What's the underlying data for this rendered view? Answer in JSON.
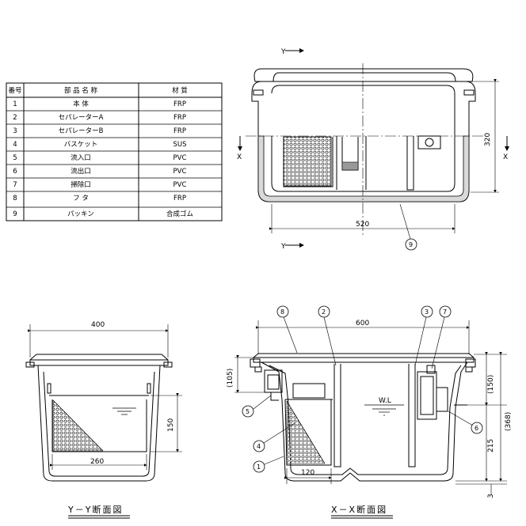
{
  "parts_table": {
    "headers": [
      "番号",
      "部 品 名 称",
      "材 質"
    ],
    "rows": [
      [
        "1",
        "本 体",
        "FRP"
      ],
      [
        "2",
        "セパレーターA",
        "FRP"
      ],
      [
        "3",
        "セパレーターB",
        "FRP"
      ],
      [
        "4",
        "バスケット",
        "SUS"
      ],
      [
        "5",
        "流入口",
        "PVC"
      ],
      [
        "6",
        "流出口",
        "PVC"
      ],
      [
        "7",
        "掃除口",
        "PVC"
      ],
      [
        "8",
        "フ タ",
        "FRP"
      ],
      [
        "9",
        "パッキン",
        "合成ゴム"
      ]
    ]
  },
  "plan_view": {
    "section_y_top": "Y",
    "section_y_bottom": "Y",
    "section_x_left": "X",
    "section_x_right": "X",
    "dim_width": "520",
    "dim_depth": "320",
    "callout_9": "9"
  },
  "section_yy": {
    "dim_top_width": "400",
    "dim_basket_width": "260",
    "dim_basket_height": "150",
    "title": "Y－Y断面図"
  },
  "section_xx": {
    "dim_total_width": "600",
    "dim_basket_width": "120",
    "dim_inlet_height": "(105)",
    "dim_outlet_height": "(150)",
    "dim_total_height": "(368)",
    "dim_water_height": "215",
    "dim_bottom": "3",
    "water_level": "W.L",
    "title": "X－X断面図",
    "callouts": [
      "1",
      "2",
      "3",
      "4",
      "5",
      "6",
      "7",
      "8"
    ]
  }
}
